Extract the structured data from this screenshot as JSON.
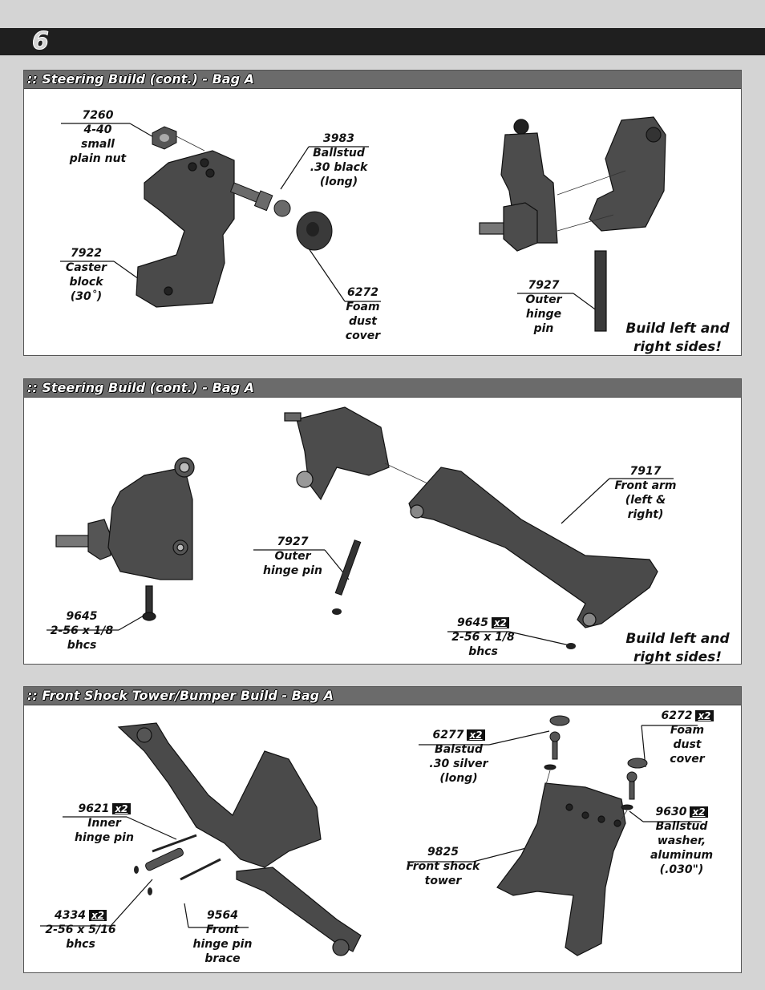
{
  "page_number": "6",
  "sections": [
    {
      "title": ":: Steering Build (cont.) - Bag A",
      "labels": {
        "nut": {
          "num": "7260",
          "desc": [
            "4-40",
            "small",
            "plain nut"
          ]
        },
        "ballstud": {
          "num": "3983",
          "desc": [
            "Ballstud",
            ".30 black",
            "(long)"
          ]
        },
        "caster": {
          "num": "7922",
          "desc": [
            "Caster",
            "block",
            "(30˚)"
          ]
        },
        "foam": {
          "num": "6272",
          "desc": [
            "Foam",
            "dust",
            "cover"
          ]
        },
        "pin": {
          "num": "7927",
          "desc": [
            "Outer",
            "hinge",
            "pin"
          ]
        }
      },
      "note": [
        "Build left and",
        "right sides!"
      ]
    },
    {
      "title": ":: Steering Build (cont.) - Bag A",
      "labels": {
        "arm": {
          "num": "7917",
          "desc": [
            "Front arm",
            "(left &",
            "right)"
          ]
        },
        "pin": {
          "num": "7927",
          "desc": [
            "Outer",
            "hinge pin"
          ]
        },
        "screw1": {
          "num": "9645",
          "desc": [
            "2-56 x 1/8",
            "bhcs"
          ]
        },
        "screw2": {
          "num": "9645",
          "qty": "x2",
          "desc": [
            "2-56 x 1/8",
            "bhcs"
          ]
        }
      },
      "note": [
        "Build left and",
        "right sides!"
      ]
    },
    {
      "title": ":: Front Shock Tower/Bumper Build - Bag A",
      "labels": {
        "innerpin": {
          "num": "9621",
          "qty": "x2",
          "desc": [
            "Inner",
            "hinge pin"
          ]
        },
        "screw": {
          "num": "4334",
          "qty": "x2",
          "desc": [
            "2-56 x 5/16",
            "bhcs"
          ]
        },
        "brace": {
          "num": "9564",
          "desc": [
            "Front",
            "hinge pin",
            "brace"
          ]
        },
        "ballstud": {
          "num": "6277",
          "qty": "x2",
          "desc": [
            "Balstud",
            ".30 silver",
            "(long)"
          ]
        },
        "foam": {
          "num": "6272",
          "qty": "x2",
          "desc": [
            "Foam",
            "dust",
            "cover"
          ]
        },
        "washer": {
          "num": "9630",
          "qty": "x2",
          "desc": [
            "Ballstud",
            "washer,",
            "aluminum",
            "(.030\")"
          ]
        },
        "tower": {
          "num": "9825",
          "desc": [
            "Front shock",
            "tower"
          ]
        }
      }
    }
  ]
}
